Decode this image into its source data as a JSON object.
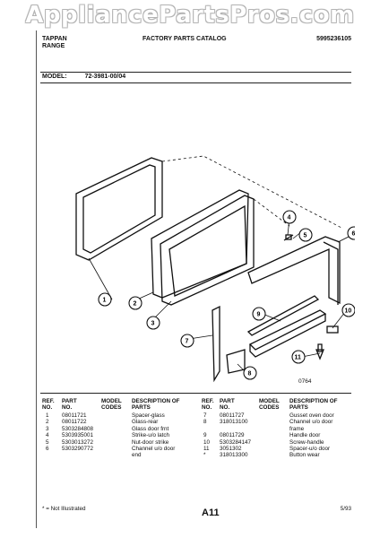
{
  "banner": "AppliancePartsPros.com",
  "header": {
    "brand": "TAPPAN RANGE",
    "catalog": "FACTORY PARTS CATALOG",
    "docnum": "5995236105"
  },
  "model": {
    "label": "MODEL:",
    "value": "72-3981-00/04"
  },
  "figure": {
    "code": "0764",
    "callouts": [
      "1",
      "2",
      "3",
      "4",
      "5",
      "6",
      "7",
      "8",
      "9",
      "10",
      "11"
    ]
  },
  "table": {
    "headers": {
      "ref": "REF. NO.",
      "part": "PART NO.",
      "codes": "MODEL CODES",
      "desc": "DESCRIPTION OF PARTS"
    },
    "left": [
      {
        "ref": "1",
        "part": "08011721",
        "desc": [
          "Spacer-glass"
        ]
      },
      {
        "ref": "2",
        "part": "08011722",
        "desc": [
          "Glass-rear"
        ]
      },
      {
        "ref": "3",
        "part": "5303284808",
        "desc": [
          "Glass door frnt"
        ]
      },
      {
        "ref": "4",
        "part": "5303935001",
        "desc": [
          "Strike-u/o latch"
        ]
      },
      {
        "ref": "5",
        "part": "5303013272",
        "desc": [
          "Nut-door strike"
        ]
      },
      {
        "ref": "6",
        "part": "5303290772",
        "desc": [
          "Channel u/o door",
          "end"
        ]
      }
    ],
    "right": [
      {
        "ref": "7",
        "part": "08011727",
        "desc": [
          "Gusset oven door"
        ]
      },
      {
        "ref": "8",
        "part": "318013100",
        "desc": [
          "Channel u/o door",
          "frame"
        ]
      },
      {
        "ref": "9",
        "part": "08011729",
        "desc": [
          "Handle door"
        ]
      },
      {
        "ref": "10",
        "part": "5303284147",
        "desc": [
          "Screw-handle"
        ]
      },
      {
        "ref": "11",
        "part": "3051302",
        "desc": [
          "Spacer-u/o door"
        ]
      },
      {
        "ref": "*",
        "part": "318013300",
        "desc": [
          "Button wear"
        ]
      }
    ]
  },
  "footer": {
    "note": "* = Not Illustrated",
    "page": "A11",
    "date": "5/93"
  }
}
